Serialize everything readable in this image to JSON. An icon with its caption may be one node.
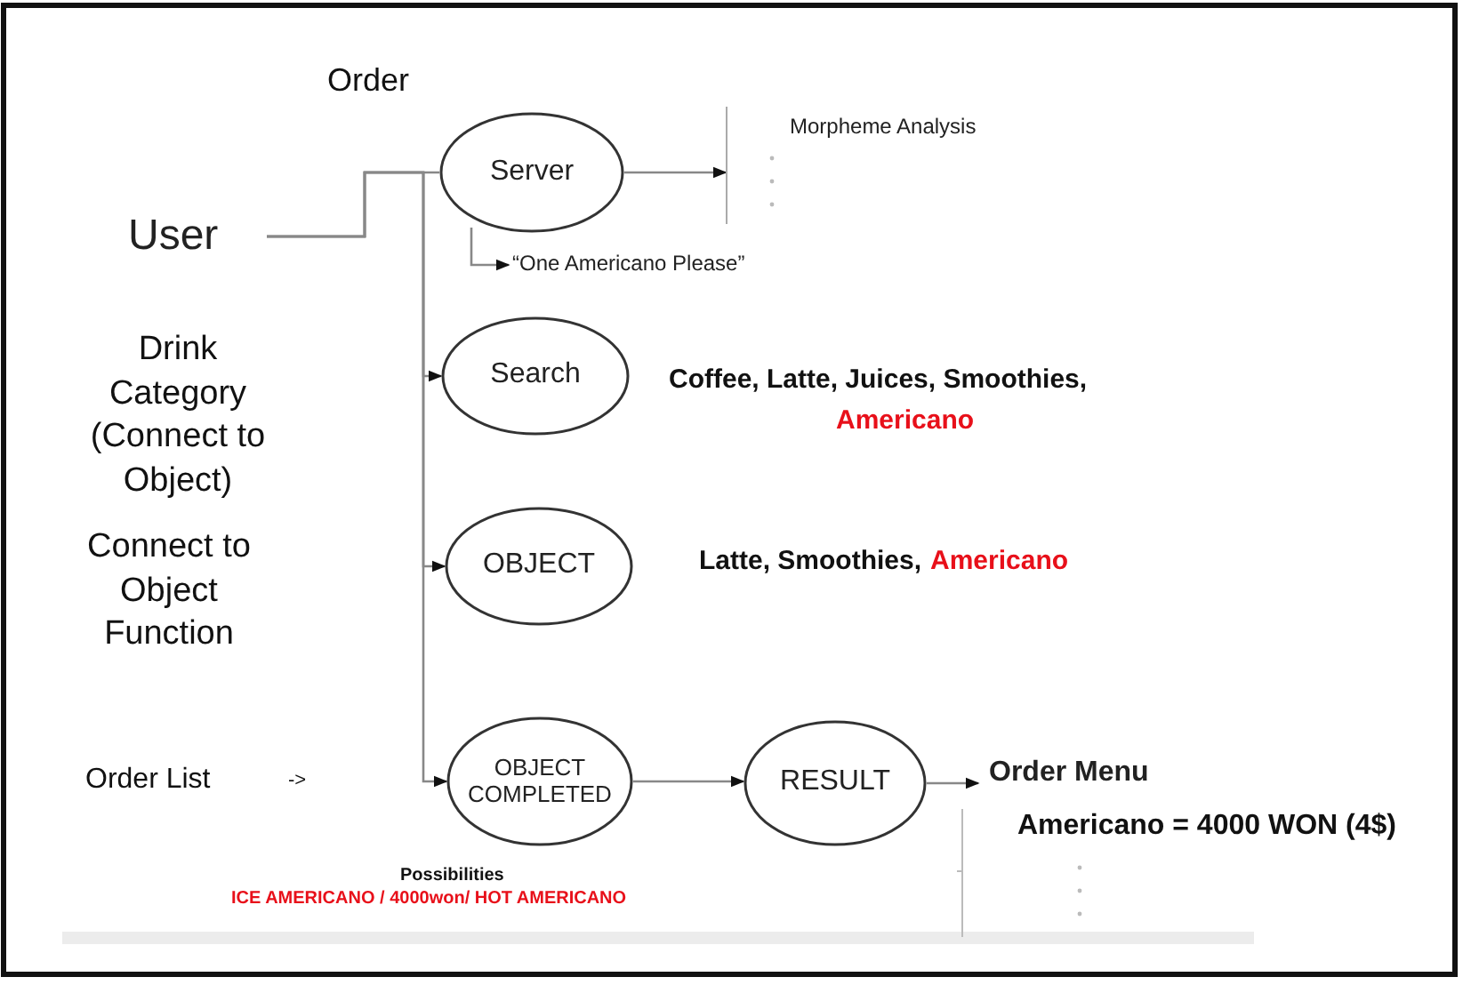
{
  "diagram": {
    "nodes": [
      {
        "text": [
          "User"
        ]
      },
      {
        "text": [
          "Server"
        ]
      },
      {
        "text": [
          "Morpheme Analysis"
        ]
      },
      {
        "text": [
          "“One Americano Please”"
        ]
      },
      {
        "text": [
          "Search"
        ]
      },
      {
        "text": [
          "OBJECT"
        ]
      },
      {
        "text": [
          "OBJECT COMPLETED"
        ]
      },
      {
        "text": [
          "RESULT"
        ]
      },
      {
        "text": [
          "Order Menu"
        ]
      }
    ],
    "edges": [
      {
        "from": 0,
        "to": 1,
        "arrow": "none",
        "label": "Order"
      },
      {
        "from": 1,
        "to": 2,
        "arrow": "to"
      },
      {
        "from": 1,
        "to": 3,
        "arrow": "to"
      },
      {
        "from": 0,
        "to": 4,
        "arrow": "to"
      },
      {
        "from": 0,
        "to": 5,
        "arrow": "to"
      },
      {
        "from": 0,
        "to": 6,
        "arrow": "to"
      },
      {
        "from": 6,
        "to": 7,
        "arrow": "to"
      },
      {
        "from": 7,
        "to": 8,
        "arrow": "to"
      }
    ],
    "labels": [
      "Drink Category (Connect to Object)",
      "Coffee, Latte, Juices, Smoothies,",
      "Americano",
      "Connect to Object Function",
      "Latte, Smoothies,",
      "Americano",
      "Order List",
      "->",
      "Americano = 4000 WON (4$)",
      "Possibilities",
      "ICE AMERICANO / 4000won/ HOT AMERICANO"
    ]
  }
}
